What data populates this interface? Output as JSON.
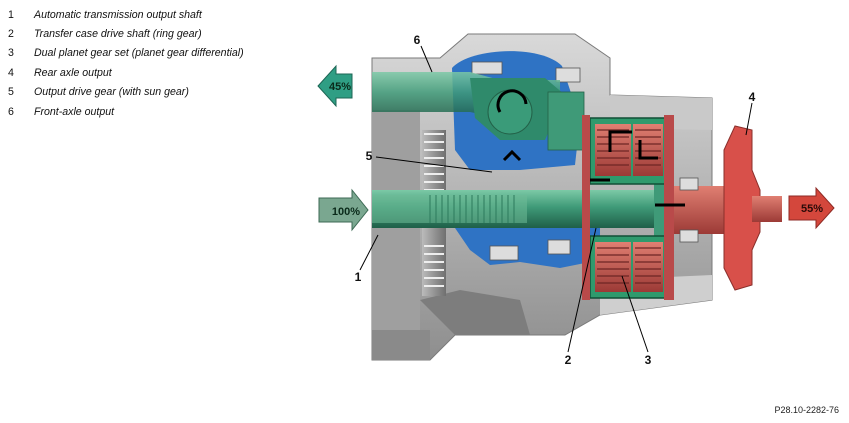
{
  "legend": [
    {
      "num": "1",
      "text": "Automatic transmission output shaft"
    },
    {
      "num": "2",
      "text": "Transfer case drive shaft (ring gear)"
    },
    {
      "num": "3",
      "text": "Dual planet gear set (planet gear differential)"
    },
    {
      "num": "4",
      "text": "Rear axle output"
    },
    {
      "num": "5",
      "text": "Output drive gear (with sun gear)"
    },
    {
      "num": "6",
      "text": "Front-axle output"
    }
  ],
  "callouts": {
    "c1": "1",
    "c2": "2",
    "c3": "3",
    "c4": "4",
    "c5": "5",
    "c6": "6"
  },
  "flows": {
    "input": {
      "label": "100%",
      "color": "#7aa790"
    },
    "front": {
      "label": "45%",
      "color": "#2f9e84"
    },
    "rear": {
      "label": "55%",
      "color": "#d4473c"
    }
  },
  "colors": {
    "shaft": "#3f9a78",
    "bearing_blue": "#2f73c4",
    "planet_red": "#b94a4a",
    "flange_red": "#d8504a"
  },
  "reference": "P28.10-2282-76"
}
